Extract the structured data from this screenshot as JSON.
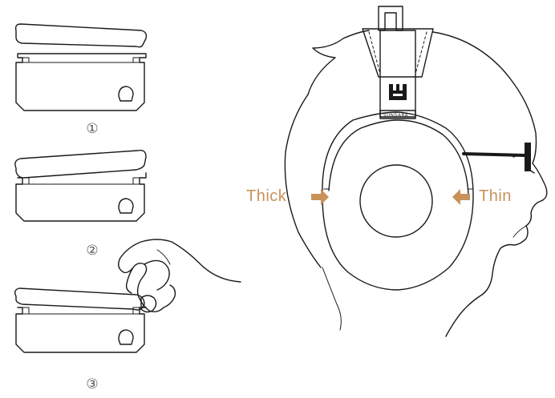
{
  "steps": [
    {
      "label": "①"
    },
    {
      "label": "②"
    },
    {
      "label": "③"
    }
  ],
  "arrows": {
    "thick_label": "Thick",
    "thin_label": "Thin"
  },
  "headphone": {
    "brand": "SUNDARA"
  },
  "colors": {
    "accent": "#c8925a",
    "line": "#1a1a1a",
    "step_text": "#555555"
  }
}
